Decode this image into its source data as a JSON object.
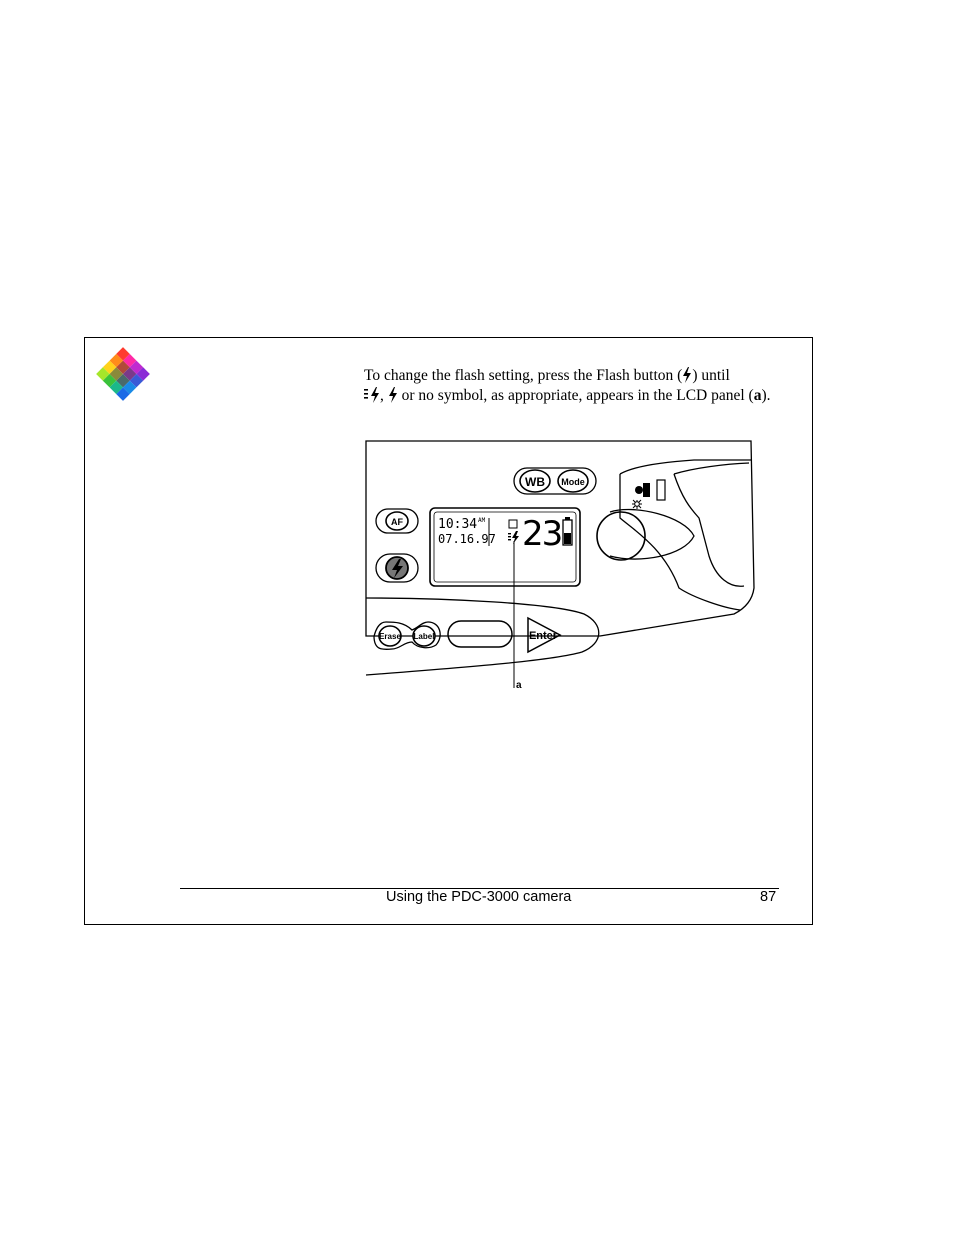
{
  "instruction": {
    "part1": "To change the flash setting, press the Flash button (",
    "part2": ") until",
    "part3": ",",
    "part4": "or no symbol, as appropriate, appears in the LCD panel (",
    "callout_ref": "a",
    "part5": ")."
  },
  "camera": {
    "buttons": {
      "wb": "WB",
      "mode": "Mode",
      "af": "AF",
      "erase": "Erase",
      "label": "Label",
      "enter": "Enter"
    },
    "lcd": {
      "time": "10:34",
      "ampm": "AM",
      "date": "07.16.97",
      "count": "23"
    },
    "callout_label": "a",
    "icons": [
      "flash-icon",
      "red-eye-flash-icon",
      "battery-icon",
      "viewfinder-icon",
      "logo-diamond-icon"
    ]
  },
  "footer": {
    "title": "Using the PDC-3000 camera",
    "page_number": "87"
  }
}
